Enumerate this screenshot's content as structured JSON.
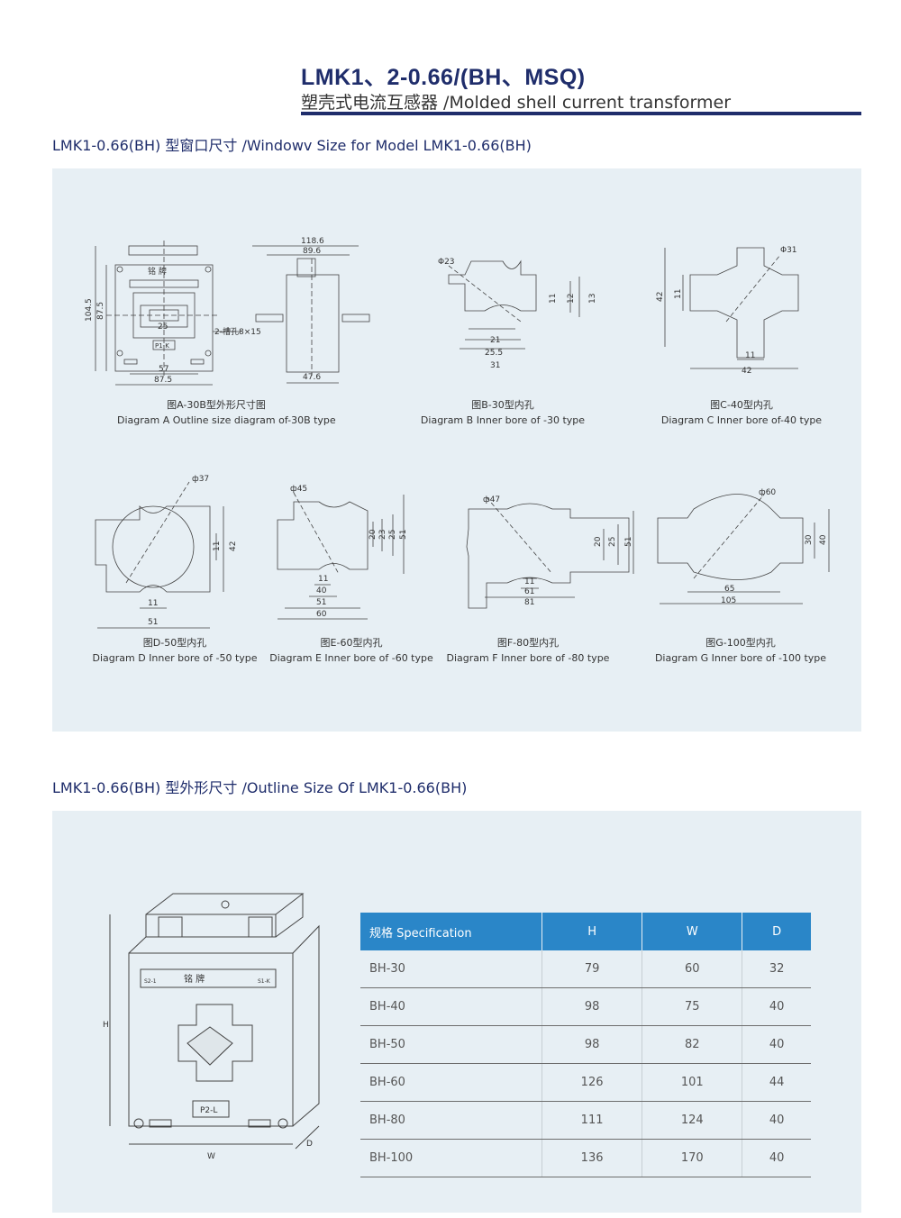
{
  "header": {
    "title": "LMK1、2-0.66/(BH、MSQ)",
    "subtitle": "塑壳式电流互感器 /Molded shell current transformer"
  },
  "section1": {
    "title": "LMK1-0.66(BH) 型窗口尺寸 /Windowv Size for Model LMK1-0.66(BH)",
    "captions": [
      {
        "cn": "图A-30B型外形尺寸图",
        "en": "Diagram A Outline size diagram of-30B type"
      },
      {
        "cn": "图B-30型内孔",
        "en": "Diagram B Inner bore of -30 type"
      },
      {
        "cn": "图C-40型内孔",
        "en": "Diagram C Inner bore of-40 type"
      },
      {
        "cn": "图D-50型内孔",
        "en": "Diagram D Inner bore of -50 type"
      },
      {
        "cn": "图E-60型内孔",
        "en": "Diagram E Inner bore of -60 type"
      },
      {
        "cn": "图F-80型内孔",
        "en": "Diagram F Inner bore of -80 type"
      },
      {
        "cn": "图G-100型内孔",
        "en": "Diagram G Inner bore of -100 type"
      }
    ],
    "diagram_labels": {
      "a": {
        "d104_5": "104.5",
        "d87_5v": "87.5",
        "d25": "25",
        "d57": "57",
        "d87_5h": "87.5",
        "slot": "2-槽孔8×15",
        "plate": "铭 牌",
        "p1k": "P1-K",
        "d118_6": "118.6",
        "d89_6": "89.6",
        "d47_6": "47.6"
      },
      "b": {
        "phi": "Φ23",
        "d11": "11",
        "d12": "12",
        "d13": "13",
        "d21": "21",
        "d25_5": "25.5",
        "d31": "31"
      },
      "c": {
        "phi": "Φ31",
        "d42v": "42",
        "d11v": "11",
        "d11h": "11",
        "d42h": "42"
      },
      "d": {
        "phi": "ф37",
        "d11v": "11",
        "d42": "42",
        "d11h": "11",
        "d51": "51"
      },
      "e": {
        "phi": "ф45",
        "d20": "20",
        "d23": "23",
        "d25": "25",
        "d51": "51",
        "d11": "11",
        "d40": "40",
        "d51h": "51",
        "d60": "60"
      },
      "f": {
        "phi": "ф47",
        "d20": "20",
        "d25": "25",
        "d51": "51",
        "d11": "11",
        "d61": "61",
        "d81": "81"
      },
      "g": {
        "phi": "ф60",
        "d30": "30",
        "d40": "40",
        "d65": "65",
        "d105": "105"
      }
    }
  },
  "section2": {
    "title": "LMK1-0.66(BH) 型外形尺寸 /Outline Size Of LMK1-0.66(BH)",
    "drawing_labels": {
      "h": "H",
      "w": "W",
      "d": "D",
      "plate": "铭 牌",
      "s2": "S2-1",
      "s1": "S1-K",
      "p2": "P2-L"
    }
  },
  "table": {
    "headers": [
      "规格 Specification",
      "H",
      "W",
      "D"
    ],
    "rows": [
      [
        "BH-30",
        "79",
        "60",
        "32"
      ],
      [
        "BH-40",
        "98",
        "75",
        "40"
      ],
      [
        "BH-50",
        "98",
        "82",
        "40"
      ],
      [
        "BH-60",
        "126",
        "101",
        "44"
      ],
      [
        "BH-80",
        "111",
        "124",
        "40"
      ],
      [
        "BH-100",
        "136",
        "170",
        "40"
      ]
    ]
  }
}
